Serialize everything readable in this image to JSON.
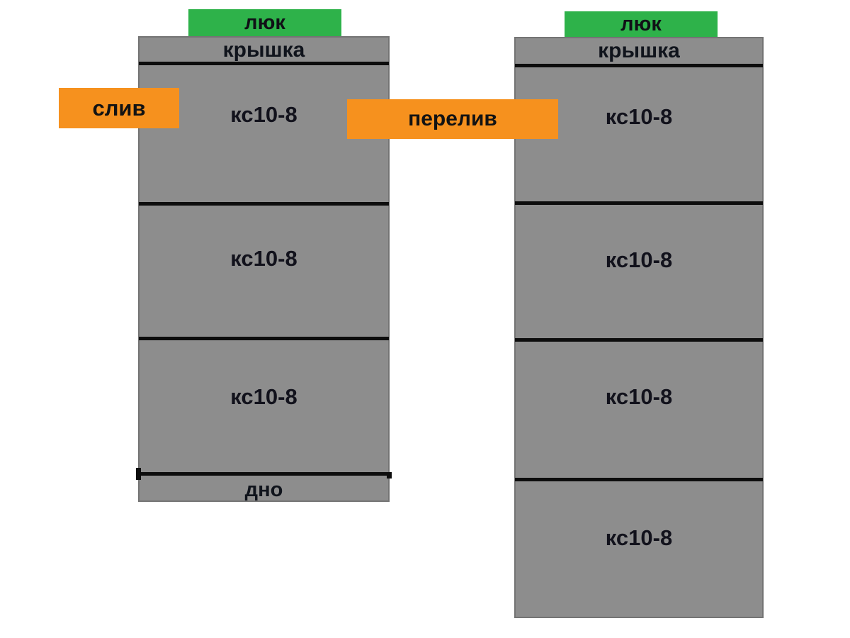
{
  "colors": {
    "ring_gray": "#8d8d8d",
    "ring_border_gray": "#747474",
    "hatch_green": "#2eb24a",
    "pipe_orange": "#f6911e",
    "joint_black": "#0d0d0d",
    "background": "#ffffff"
  },
  "left_well": {
    "hatch_label": "люк",
    "cover_label": "крышка",
    "rings": [
      "кс10-8",
      "кс10-8",
      "кс10-8"
    ],
    "bottom_label": "дно"
  },
  "right_well": {
    "hatch_label": "люк",
    "cover_label": "крышка",
    "rings": [
      "кс10-8",
      "кс10-8",
      "кс10-8",
      "кс10-8"
    ]
  },
  "pipes": {
    "drain_label": "слив",
    "overflow_label": "перелив"
  }
}
